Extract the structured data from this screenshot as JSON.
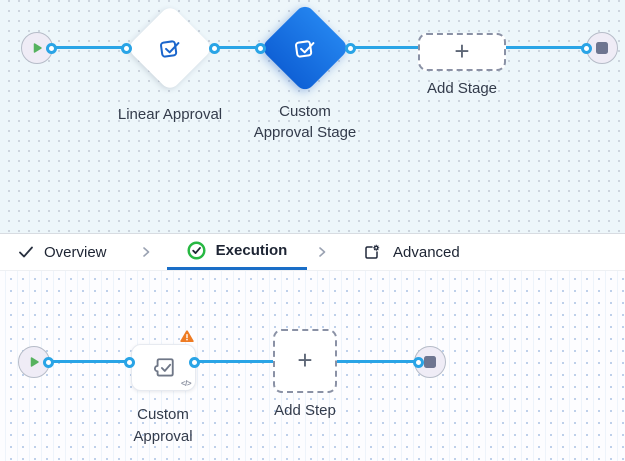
{
  "colors": {
    "connector": "#29a4e6",
    "selected_stage_gradient_top": "#2383ee",
    "selected_stage_gradient_bottom": "#0f61d6",
    "active_tab_underline": "#1a6ec7",
    "success_green": "#27b842",
    "warning_orange": "#ee7b23",
    "play_green": "#56b25f",
    "stop_slate": "#6e7590",
    "stage_icon_blue": "#1b66cc",
    "stage_canvas_bg": "#edf6fa",
    "step_canvas_bg": "#fdfdff"
  },
  "stage_canvas": {
    "linear_stage_label": "Linear Approval",
    "selected_stage_label_line1": "Custom",
    "selected_stage_label_line2": "Approval Stage",
    "add_stage_label": "Add Stage",
    "add_stage_plus": "+"
  },
  "tab_bar": {
    "overview_label": "Overview",
    "execution_label": "Execution",
    "advanced_label": "Advanced"
  },
  "step_canvas": {
    "step_label_line1": "Custom",
    "step_label_line2": "Approval",
    "add_step_label": "Add Step",
    "add_step_plus": "+",
    "code_badge": "</>"
  },
  "icons": {
    "start": "play-icon",
    "end": "stop-icon",
    "stage": "approval-check-icon",
    "step": "puzzle-check-icon",
    "warning": "warning-triangle-icon",
    "code": "code-icon",
    "overview": "check-icon",
    "execution": "check-circle-icon",
    "advanced": "panel-gear-icon",
    "tab_separator": "chevron-right-icon"
  }
}
